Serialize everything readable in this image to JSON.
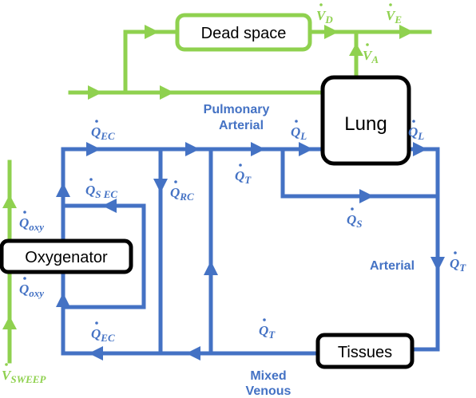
{
  "colors": {
    "blood": "#4472c4",
    "gas": "#8fd14f",
    "outline": "#000000"
  },
  "boxes": {
    "dead_space": "Dead space",
    "lung": "Lung",
    "oxygenator": "Oxygenator",
    "tissues": "Tissues"
  },
  "section_labels": {
    "pulmonary_1": "Pulmonary",
    "pulmonary_2": "Arterial",
    "arterial": "Arterial",
    "mixed_1": "Mixed",
    "mixed_2": "Venous"
  },
  "flows": {
    "v_d": {
      "base": "V",
      "sub": "D"
    },
    "v_e": {
      "base": "V",
      "sub": "E"
    },
    "v_a": {
      "base": "V",
      "sub": "A"
    },
    "v_sweep": {
      "base": "V",
      "sub": "SWEEP"
    },
    "q_ec_top": {
      "base": "Q",
      "sub": "EC"
    },
    "q_ec_bottom": {
      "base": "Q",
      "sub": "EC"
    },
    "q_s_ec": {
      "base": "Q",
      "sub": "S EC"
    },
    "q_rc": {
      "base": "Q",
      "sub": "RC"
    },
    "q_l_in": {
      "base": "Q",
      "sub": "L"
    },
    "q_l_out": {
      "base": "Q",
      "sub": "L"
    },
    "q_t_top": {
      "base": "Q",
      "sub": "T"
    },
    "q_t_right": {
      "base": "Q",
      "sub": "T"
    },
    "q_t_bottom": {
      "base": "Q",
      "sub": "T"
    },
    "q_s": {
      "base": "Q",
      "sub": "S"
    },
    "q_oxy_top": {
      "base": "Q",
      "sub": "oxy"
    },
    "q_oxy_bottom": {
      "base": "Q",
      "sub": "oxy"
    }
  }
}
